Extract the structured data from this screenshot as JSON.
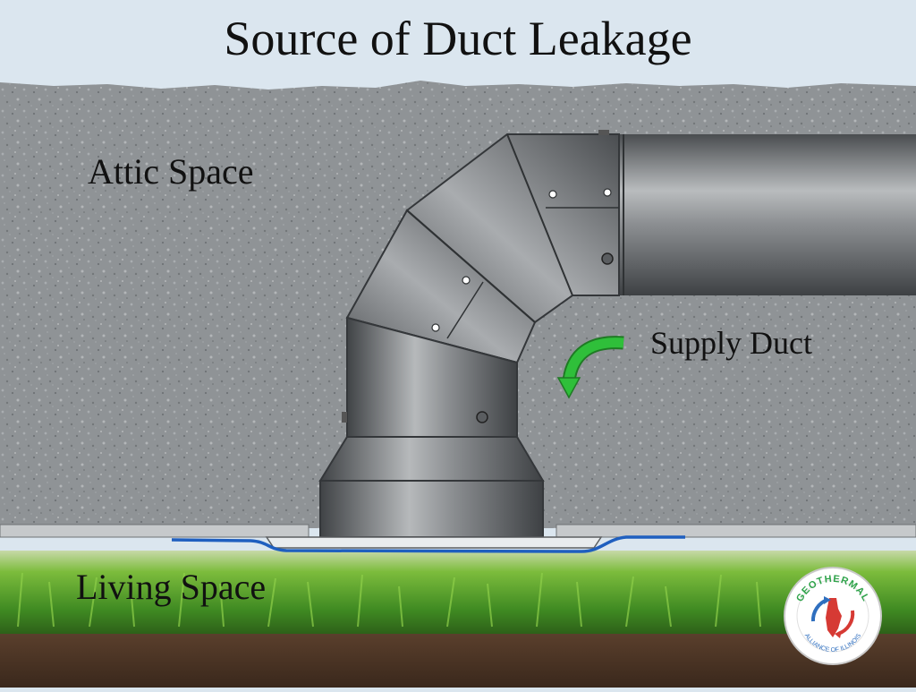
{
  "title": "Source of Duct Leakage",
  "labels": {
    "attic": "Attic Space",
    "supply": "Supply Duct",
    "living": "Living Space"
  },
  "logo": {
    "text_top": "GEOTHERMAL",
    "text_bottom": "ALLIANCE OF ILLINOIS"
  },
  "colors": {
    "sky": "#dbe6ef",
    "insulation": "#8f9396",
    "duct": "#7b7f82",
    "arrow": "#2fbf3a",
    "leak_line": "#1f5fbf",
    "grass": "#5aa52a",
    "soil": "#4a3324"
  },
  "icons": {
    "direction_arrow": "curved-arrow-icon",
    "logo": "geothermal-logo-icon"
  }
}
